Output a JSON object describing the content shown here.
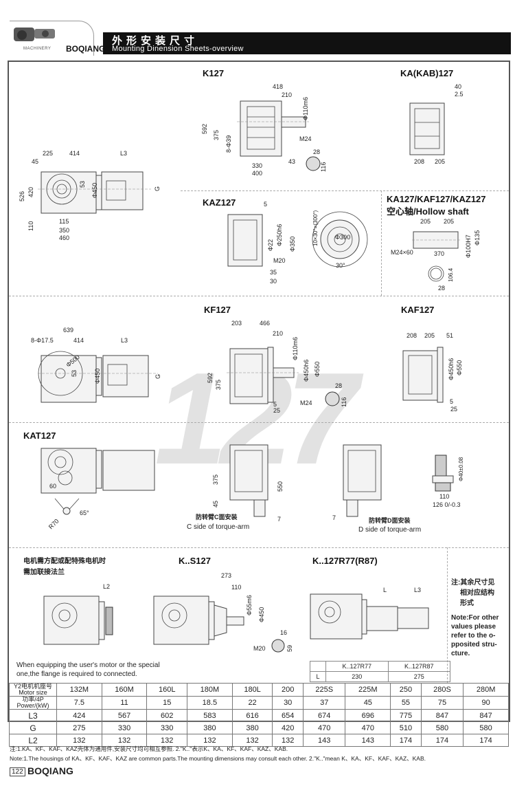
{
  "header": {
    "title_cn": "外形安装尺寸",
    "title_en": "Mounting Dinension Sheets-overview",
    "logo_sub": "MACHINERY",
    "logo_brand": "BOQIANG"
  },
  "watermark": "127",
  "sections": {
    "k127_side": {
      "dims": [
        "225",
        "414",
        "L3",
        "45",
        "526",
        "420",
        "53",
        "Φ450",
        "G",
        "110",
        "115",
        "350",
        "460"
      ]
    },
    "k127": {
      "title": "K127",
      "dims": [
        "418",
        "210",
        "Φ110m6",
        "592",
        "375",
        "8-Φ39",
        "M24",
        "43",
        "330",
        "400",
        "28",
        "116"
      ]
    },
    "ka127": {
      "title": "KA(KAB)127",
      "dims": [
        "40",
        "2.5",
        "208",
        "205"
      ]
    },
    "kaz127": {
      "title": "KAZ127",
      "dims": [
        "5",
        "Φ22",
        "Φ250h6",
        "Φ350",
        "M20",
        "35",
        "30",
        "10×30°=(300°)",
        "Φ300",
        "30°"
      ]
    },
    "hollow": {
      "title": "KA127/KAF127/KAZ127",
      "subtitle": "空心轴/Hollow shaft",
      "dims": [
        "205",
        "205",
        "M24×60",
        "370",
        "Φ100H7",
        "Φ135",
        "106.4",
        "28"
      ]
    },
    "kf127_side": {
      "dims": [
        "639",
        "8-Φ17.5",
        "414",
        "L3",
        "Φ500",
        "53",
        "Φ450",
        "G"
      ]
    },
    "kf127": {
      "title": "KF127",
      "dims": [
        "203",
        "466",
        "210",
        "Φ110m6",
        "Φ450h6",
        "Φ550",
        "592",
        "375",
        "M24",
        "5",
        "25",
        "28",
        "116"
      ]
    },
    "kaf127": {
      "title": "KAF127",
      "dims": [
        "208",
        "205",
        "51",
        "Φ450h6",
        "Φ550",
        "5",
        "25"
      ]
    },
    "kat127": {
      "title": "KAT127",
      "dims": [
        "60",
        "R70",
        "65°"
      ],
      "c_side": {
        "label_cn": "防转臂C面安装",
        "label_en": "C side of torque-arm",
        "dims": [
          "375",
          "45",
          "550",
          "7"
        ]
      },
      "d_side": {
        "label_cn": "防转臂D面安装",
        "label_en": "D side of torque-arm",
        "dims": [
          "7"
        ]
      },
      "pin": {
        "dims": [
          "Φ40±0.08",
          "110",
          "126 0/-0.3"
        ]
      }
    },
    "motor_note": {
      "cn_line1": "电机需方配或配特殊电机时",
      "cn_line2": "需加联接法兰",
      "l2_label": "L2",
      "en_line1": "When equipping the user's motor or the special",
      "en_line2": "one,the flange is required to connected."
    },
    "ks127": {
      "title": "K..S127",
      "dims": [
        "273",
        "110",
        "Φ55m6",
        "Φ450",
        "16",
        "M20",
        "59"
      ]
    },
    "kr77": {
      "title": "K..127R77(R87)",
      "dims": [
        "L",
        "L3"
      ],
      "table": {
        "headers": [
          "",
          "K..127R77",
          "K..127R87"
        ],
        "row": [
          "L",
          "230",
          "275"
        ]
      }
    },
    "side_note": {
      "cn": [
        "注:其余尺寸见",
        "相对应结构",
        "形式"
      ],
      "en": [
        "Note:For other",
        "values please",
        "refer to the o-",
        "pposited stru-",
        "cture."
      ]
    }
  },
  "spec_table": {
    "row_headers": [
      {
        "cn": "Y2电机机座号",
        "en": "Motor size"
      },
      {
        "cn": "功率/4P",
        "en": "Power/(kW)"
      },
      {
        "cn": "",
        "en": "L3"
      },
      {
        "cn": "",
        "en": "G"
      },
      {
        "cn": "",
        "en": "L2"
      }
    ],
    "motor_size": [
      "132M",
      "160M",
      "160L",
      "180M",
      "180L",
      "200",
      "225S",
      "225M",
      "250",
      "280S",
      "280M"
    ],
    "power_kw": [
      "7.5",
      "11",
      "15",
      "18.5",
      "22",
      "30",
      "37",
      "45",
      "55",
      "75",
      "90"
    ],
    "L3": [
      "424",
      "567",
      "602",
      "583",
      "616",
      "654",
      "674",
      "696",
      "775",
      "847",
      "847"
    ],
    "G": [
      "275",
      "330",
      "330",
      "380",
      "380",
      "420",
      "470",
      "470",
      "510",
      "580",
      "580"
    ],
    "L2": [
      "132",
      "132",
      "132",
      "132",
      "132",
      "132",
      "143",
      "143",
      "174",
      "174",
      "174"
    ]
  },
  "footer": {
    "note_cn": "注:1.KA、KF、KAF、KAZ壳体为通用件,安装尺寸均可相互参照.   2.\"K..\"表示K、KA、KF、KAF、KAZ、KAB.",
    "note_en": "Note:1.The housings of KA、KF、KAF、KAZ are common parts.The mounting dimensions may consult each other. 2.\"K..\"mean K、KA、KF、KAF、KAZ、KAB.",
    "page_number": "122",
    "brand": "BOQIANG"
  }
}
